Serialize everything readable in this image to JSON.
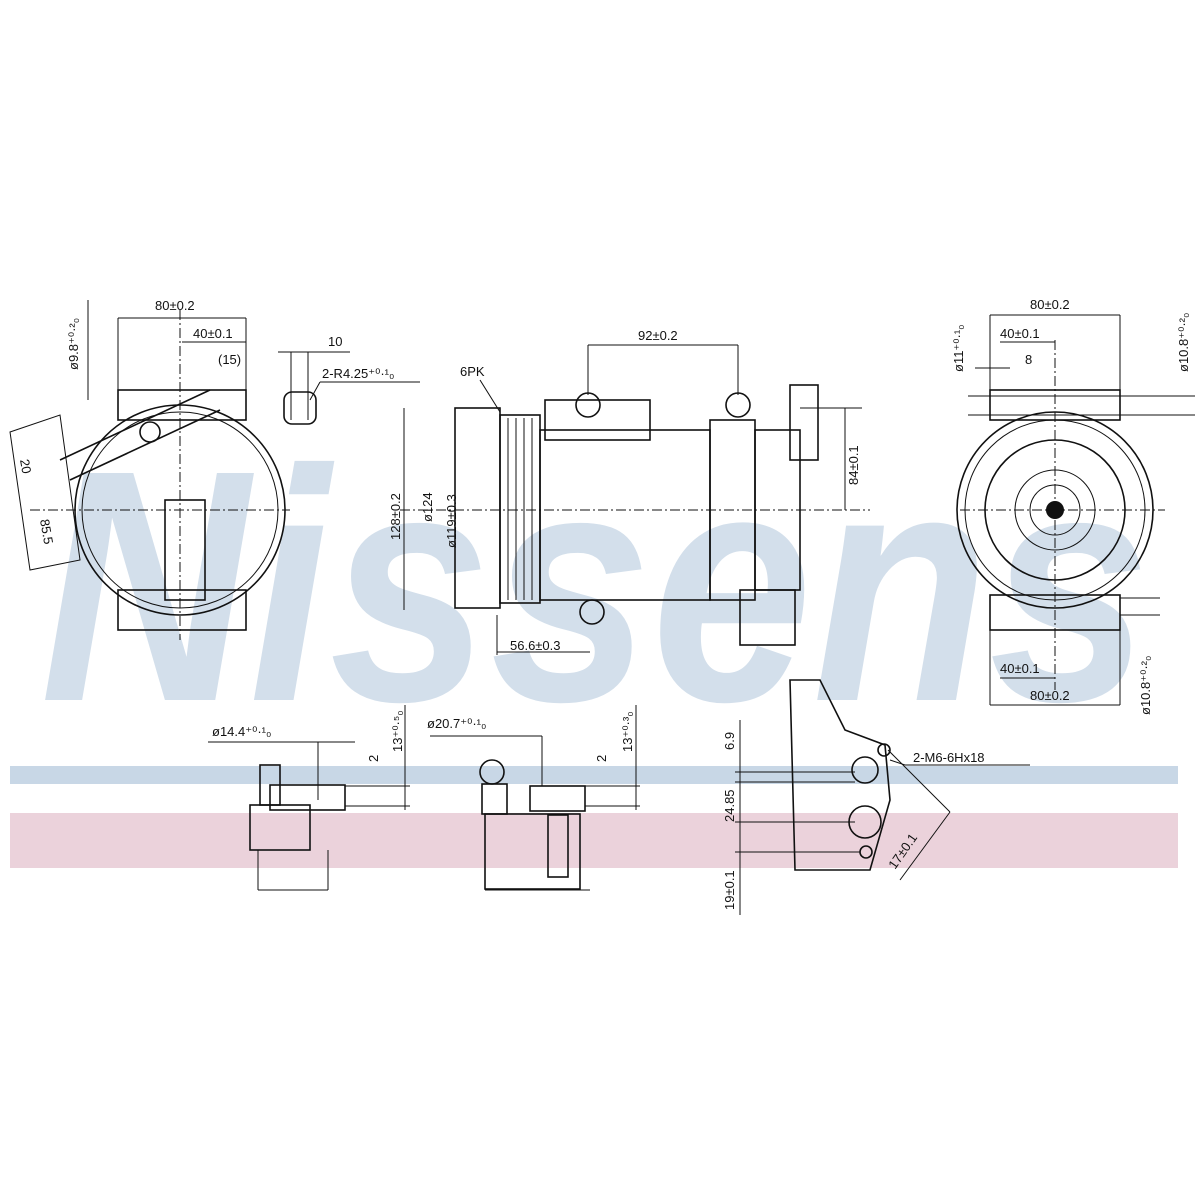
{
  "watermark": {
    "text": "Nissens",
    "color": "#d3dfeb"
  },
  "stripes": {
    "blue": "#c8d7e6",
    "pink": "#ebd2db"
  },
  "left_view": {
    "width": "80±0.2",
    "half": "40±0.1",
    "ref": "(15)",
    "slot_w": "10",
    "slot_r": "2-R4.25⁺⁰·¹₀",
    "hole": "ø9.8⁺⁰·²₀",
    "d20": "20",
    "d85": "85.5"
  },
  "side_view": {
    "belt": "6PK",
    "span": "92±0.2",
    "height": "128±0.2",
    "d124": "ø124",
    "d119": "ø119±0.3",
    "offset": "56.6±0.3",
    "h84": "84±0.1"
  },
  "right_view": {
    "top_width": "80±0.2",
    "top_half": "40±0.1",
    "small": "8",
    "hole_top": "ø11⁺⁰·¹₀",
    "hole_right": "ø10.8⁺⁰·²₀",
    "bottom_half": "40±0.1",
    "bottom_width": "80±0.2",
    "hole_bottom": "ø10.8⁺⁰·²₀"
  },
  "port1": {
    "dia": "ø14.4⁺⁰·¹₀",
    "h": "13⁺⁰·⁵₀",
    "d": "2"
  },
  "port2": {
    "dia": "ø20.7⁺⁰·¹₀",
    "h": "13⁺⁰·³₀",
    "d": "2"
  },
  "manifold": {
    "d69": "6.9",
    "d2485": "24.85",
    "d19": "19±0.1",
    "thread": "2-M6-6Hx18",
    "d17": "17±0.1"
  }
}
